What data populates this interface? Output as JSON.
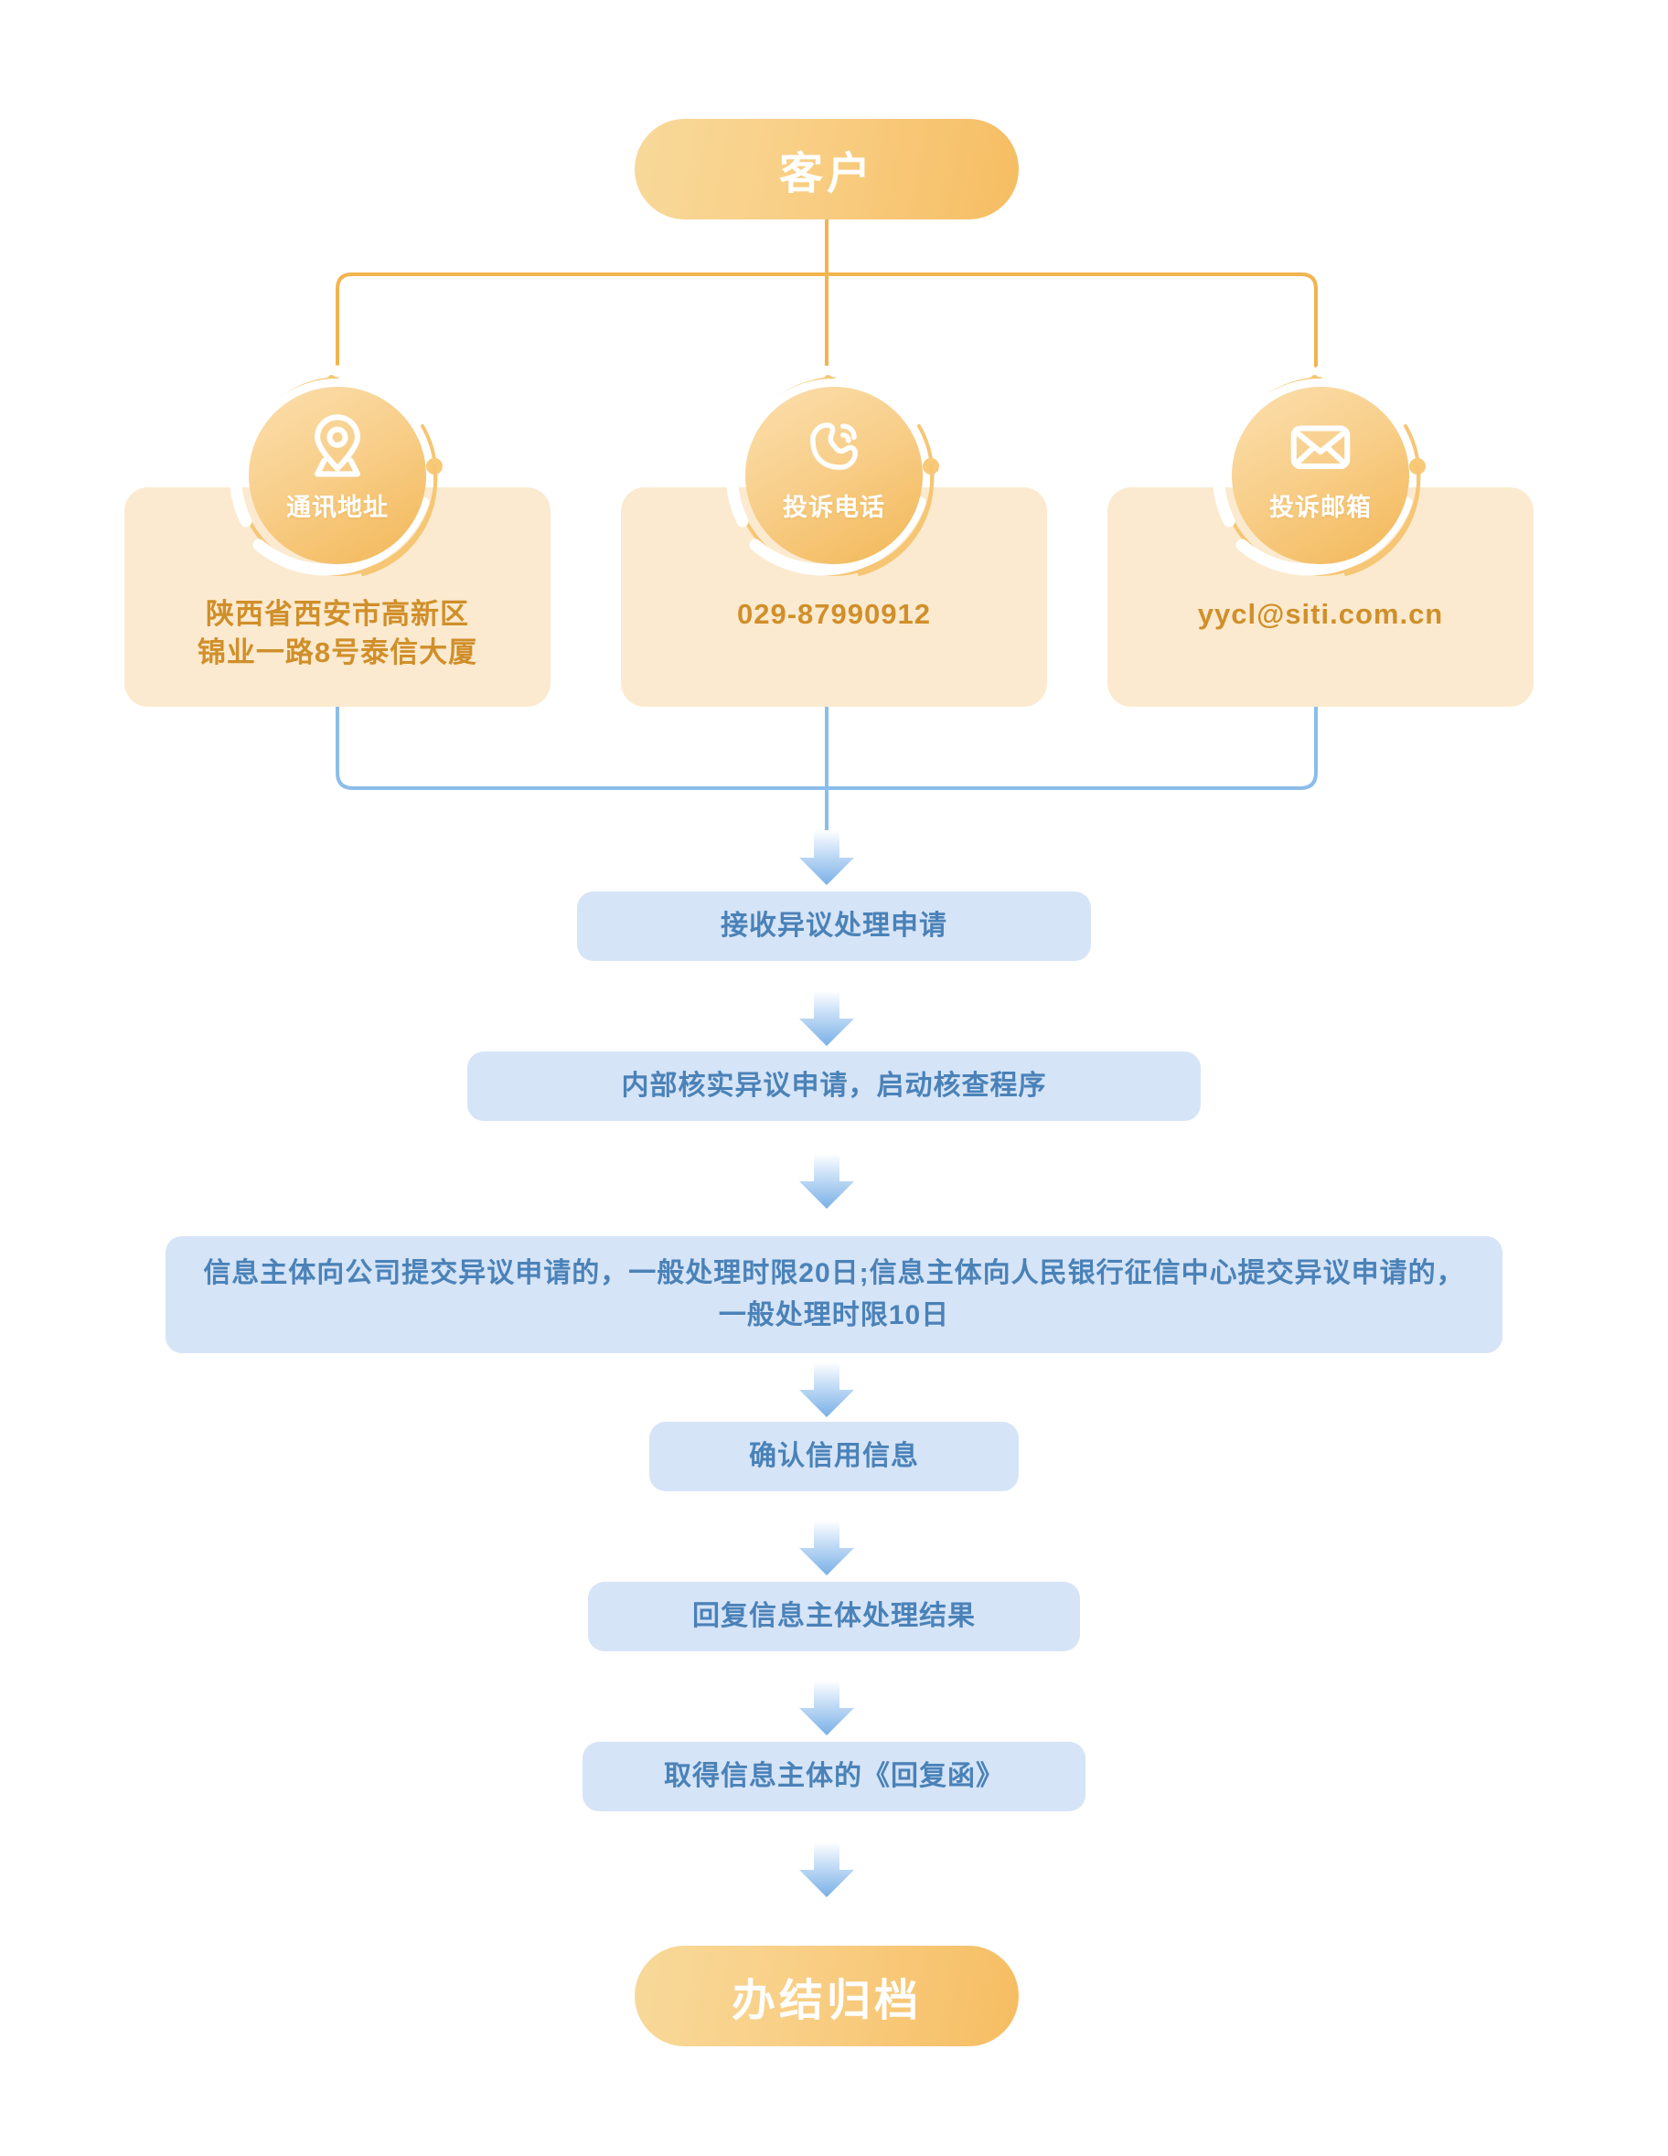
{
  "title": "客户投诉与异议处理流程图",
  "colors": {
    "orange_light": "#f8d99a",
    "orange_deep": "#f6bd62",
    "card_bg": "#fbeacf",
    "card_text": "#d08f2a",
    "blue_box_bg": "#d6e4f7",
    "blue_text": "#4a82b8",
    "blue_line": "#8cbdea",
    "orange_line": "#f2b44f"
  },
  "start_node": {
    "label": "客户"
  },
  "end_node": {
    "label": "办结归档"
  },
  "contacts": [
    {
      "id": "address",
      "icon": "location-pin-icon",
      "badge_label": "通讯地址",
      "value_lines": [
        "陕西省西安市高新区",
        "锦业一路8号泰信大厦"
      ]
    },
    {
      "id": "phone",
      "icon": "phone-call-icon",
      "badge_label": "投诉电话",
      "value_lines": [
        "029-87990912"
      ]
    },
    {
      "id": "email",
      "icon": "envelope-icon",
      "badge_label": "投诉邮箱",
      "value_lines": [
        "yycl@siti.com.cn"
      ]
    }
  ],
  "process_steps": [
    {
      "id": "step-1",
      "label": "接收异议处理申请"
    },
    {
      "id": "step-2",
      "label": "内部核实异议申请，启动核查程序"
    },
    {
      "id": "step-3",
      "label": "信息主体向公司提交异议申请的，一般处理时限20日;信息主体向人民银行征信中心提交异议申请的，一般处理时限10日"
    },
    {
      "id": "step-4",
      "label": "确认信用信息"
    },
    {
      "id": "step-5",
      "label": "回复信息主体处理结果"
    },
    {
      "id": "step-6",
      "label": "取得信息主体的《回复函》"
    }
  ]
}
